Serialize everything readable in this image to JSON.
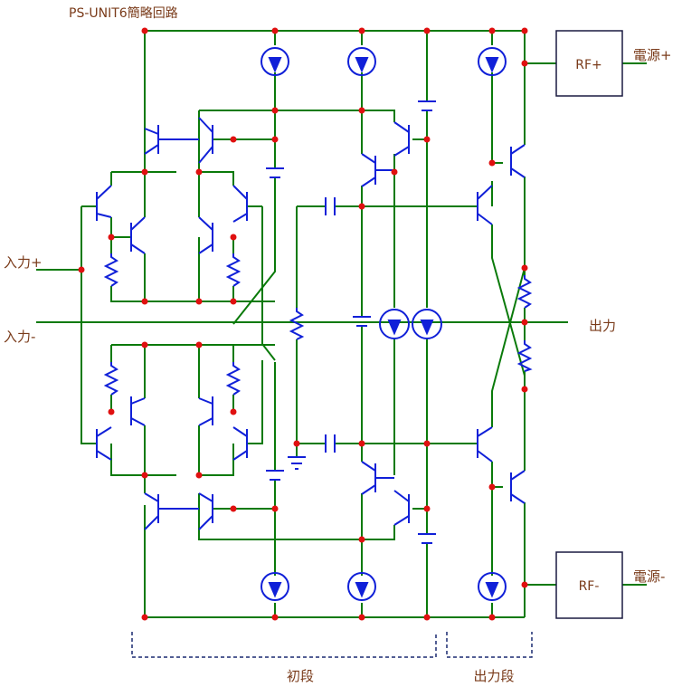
{
  "diagram": {
    "title": "PS-UNIT6簡略回路",
    "labels": {
      "input_plus": "入力+",
      "input_minus": "入力-",
      "output": "出力",
      "supply_plus": "電源+",
      "supply_minus": "電源-",
      "rf_plus": "RF+",
      "rf_minus": "RF-",
      "section_input": "初段",
      "section_output": "出力段"
    },
    "colors": {
      "wire": "#0a7a0a",
      "component": "#1020d8",
      "node": "#e01010",
      "text": "#7a3b1a",
      "bracket": "#1a2a70"
    }
  }
}
